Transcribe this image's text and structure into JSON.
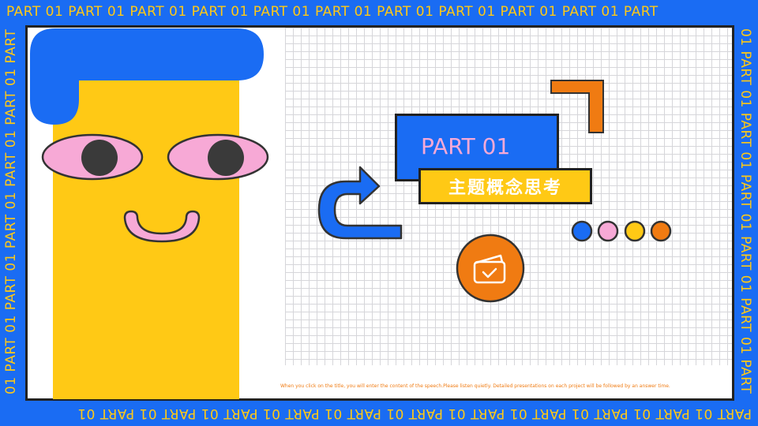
{
  "border": {
    "top_text": "PART 01 PART 01 PART 01 PART 01 PART 01 PART 01 PART 01 PART 01 PART 01 PART 01 PART",
    "bottom_text": "PART 01 PART 01 PART 01 PART 01 PART 01 PART 01 PART 01 PART 01 PART 01 PART 01 PART 01",
    "left_text": "01 PART 01 PART 01 PART 01 PART 01 PART 01 PART",
    "right_text": "01 PART 01 PART 01 PART 01 PART 01 PART 01 PART"
  },
  "title_card": {
    "part_label": "PART   01",
    "subtitle": "主题概念思考"
  },
  "caption": "When you click on the title, you will enter the content of the speech.Please listen quietly.     Detailed presentations on each project will be followed by an answer time.",
  "colors": {
    "blue": "#1a6cf3",
    "yellow": "#ffc915",
    "pink": "#f7a9d6",
    "orange": "#f07b12",
    "dark": "#333333"
  },
  "icons": [
    "redo-arrow-icon",
    "corner-bracket-icon",
    "wallet-check-icon"
  ]
}
